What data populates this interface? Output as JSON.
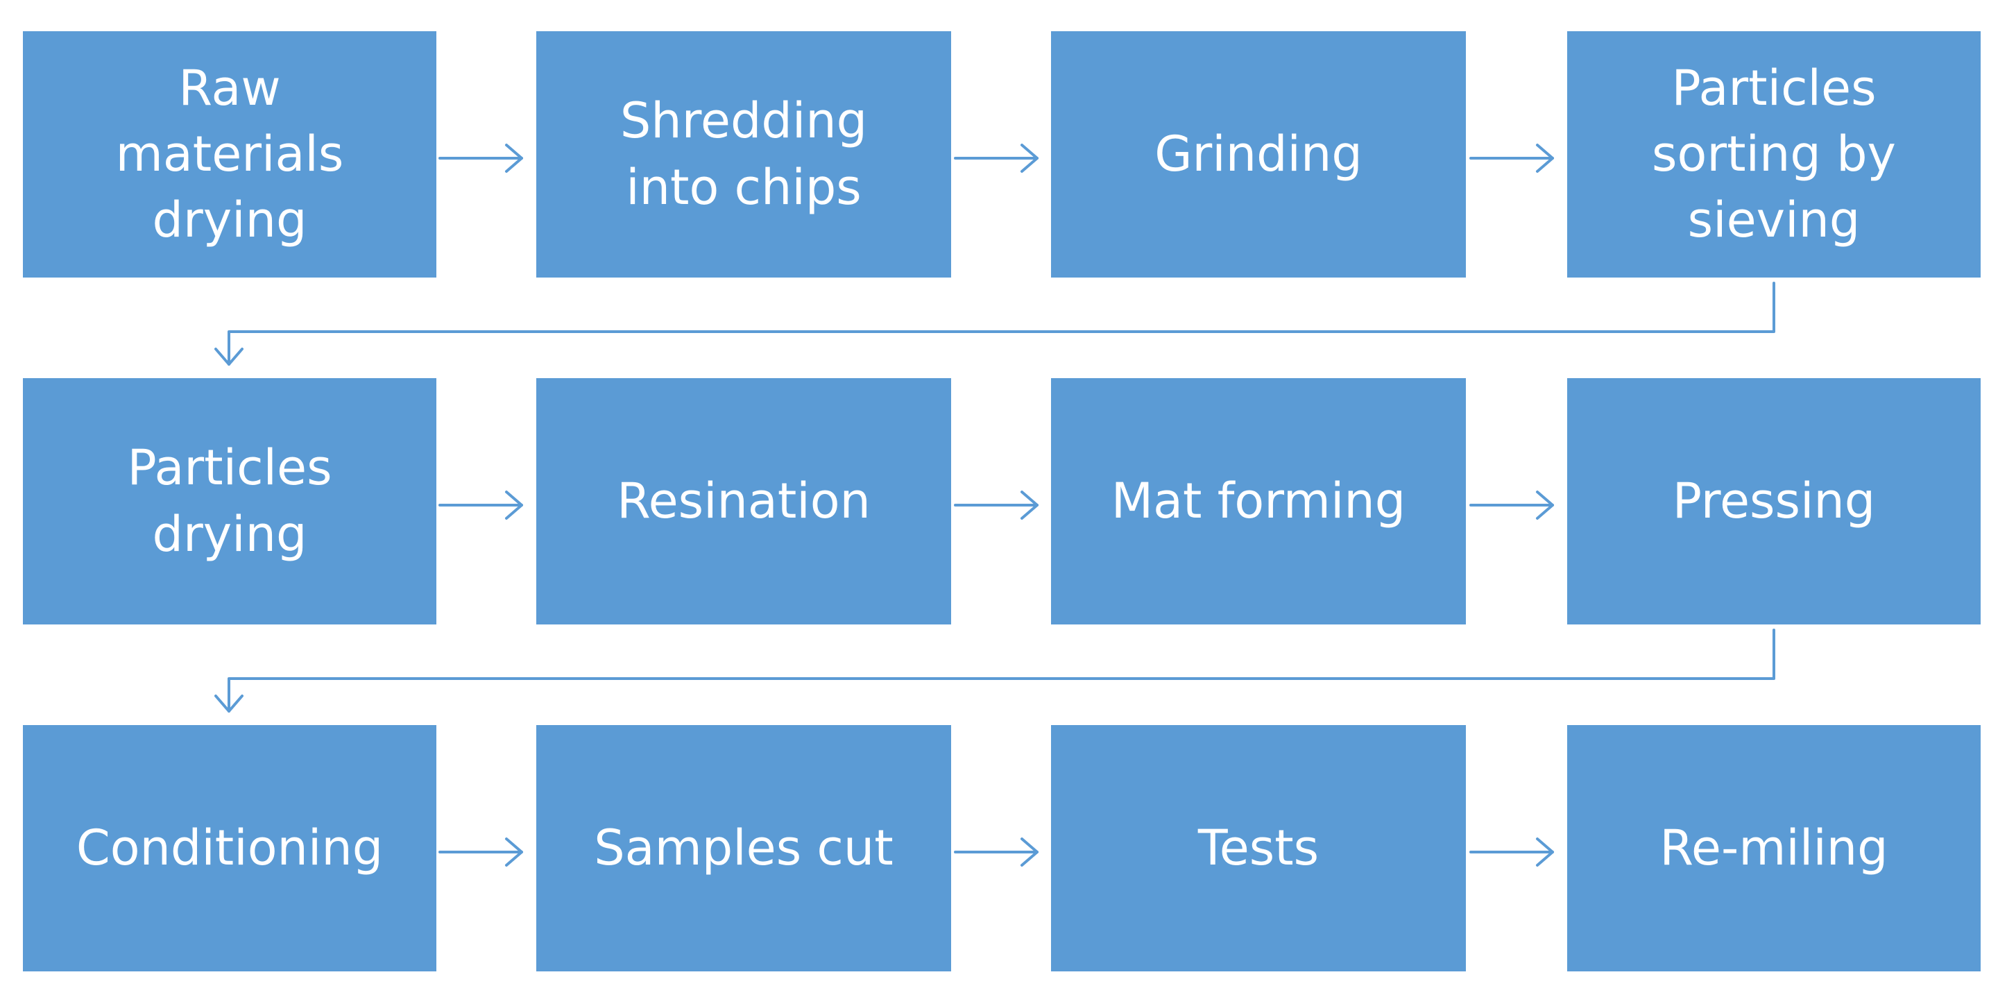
{
  "colors": {
    "box_fill": "#5b9bd5",
    "box_text": "#ffffff",
    "arrow": "#5b9bd5",
    "background": "#ffffff"
  },
  "rows": [
    {
      "steps": [
        {
          "id": "raw-materials-drying",
          "lines": [
            "Raw",
            "materials",
            "drying"
          ]
        },
        {
          "id": "shredding-into-chips",
          "lines": [
            "Shredding",
            "into chips"
          ]
        },
        {
          "id": "grinding",
          "lines": [
            "Grinding"
          ]
        },
        {
          "id": "particles-sorting-by-sieving",
          "lines": [
            "Particles",
            "sorting by",
            "sieving"
          ]
        }
      ]
    },
    {
      "steps": [
        {
          "id": "particles-drying",
          "lines": [
            "Particles",
            "drying"
          ]
        },
        {
          "id": "resination",
          "lines": [
            "Resination"
          ]
        },
        {
          "id": "mat-forming",
          "lines": [
            "Mat forming"
          ]
        },
        {
          "id": "pressing",
          "lines": [
            "Pressing"
          ]
        }
      ]
    },
    {
      "steps": [
        {
          "id": "conditioning",
          "lines": [
            "Conditioning"
          ]
        },
        {
          "id": "samples-cut",
          "lines": [
            "Samples cut"
          ]
        },
        {
          "id": "tests",
          "lines": [
            "Tests"
          ]
        },
        {
          "id": "re-miling",
          "lines": [
            "Re-miling"
          ]
        }
      ]
    }
  ]
}
